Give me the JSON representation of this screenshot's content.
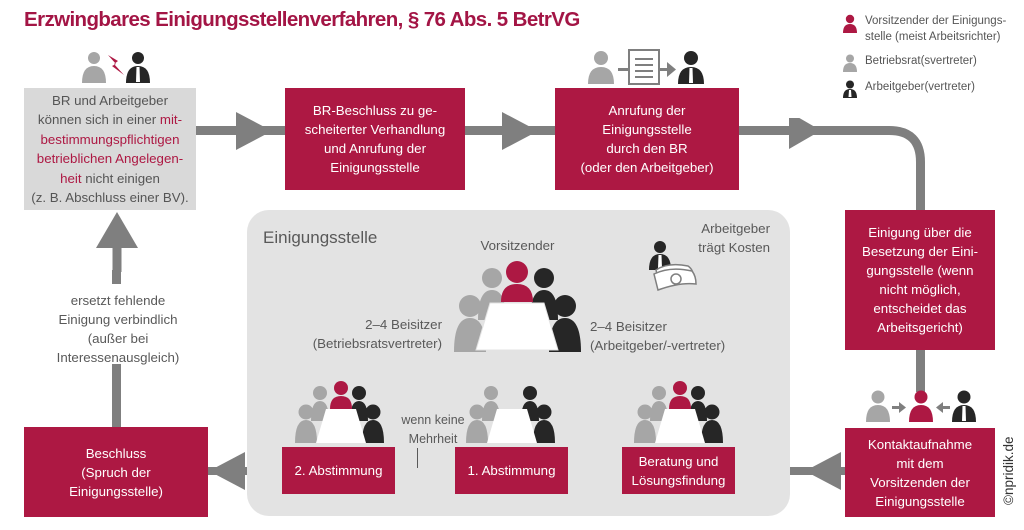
{
  "title": "Erzwingbares Einigungsstellenverfahren, § 76 Abs. 5 BetrVG",
  "colors": {
    "accent": "#ad1843",
    "title": "#a31545",
    "works_council": "#a6a6a6",
    "employer": "#262626",
    "connector": "#7f7f7f",
    "panel": "#e3e3e3",
    "start_box": "#d9d9d9"
  },
  "legend": [
    {
      "icon": "person-chair-icon",
      "color": "#ad1843",
      "label": "Vorsitzender der Einigungs-\nstelle (meist Arbeitsrichter)"
    },
    {
      "icon": "person-works-council-icon",
      "color": "#a6a6a6",
      "label": "Betriebsrat(svertreter)"
    },
    {
      "icon": "person-employer-icon",
      "color": "#262626",
      "label": "Arbeitgeber(vertreter)"
    }
  ],
  "steps": {
    "start": {
      "line1": "BR und Arbeitgeber",
      "line2a": "können  sich in einer ",
      "line2b": "mit-",
      "line3": "bestimmungspflichtigen",
      "line4": "betrieblichen Angelegen-",
      "line5a": "heit",
      "line5b": " nicht einigen",
      "line6": "(z. B. Abschluss einer BV)."
    },
    "br_beschluss": "BR-Beschluss zu ge-\nscheiterter Verhandlung\nund Anrufung der\nEinigungsstelle",
    "anrufung": "Anrufung der\nEinigungsstelle\ndurch den BR\n(oder den Arbeitgeber)",
    "besetzung": "Einigung über die\nBesetzung der Eini-\ngungsstelle (wenn\nnicht möglich,\nentscheidet das\nArbeitsgericht)",
    "kontakt": "Kontaktaufnahme\nmit dem\nVorsitzenden der\nEinigungsstelle",
    "beratung": "Beratung und\nLösungsfindung",
    "abstimmung1": "1. Abstimmung",
    "abstimmung2": "2. Abstimmung",
    "beschluss": "Beschluss\n(Spruch der\nEinigungsstelle)"
  },
  "panel": {
    "title": "Einigungsstelle",
    "chair_label": "Vorsitzender",
    "left_assessors": "2–4 Beisitzer\n(Betriebsratsvertreter)",
    "right_assessors": "2–4 Beisitzer\n(Arbeitgeber/-vertreter)",
    "costs": "Arbeitgeber\nträgt Kosten",
    "no_majority": "wenn keine\nMehrheit"
  },
  "side_note": "ersetzt fehlende\nEinigung verbindlich\n(außer bei\nInteressenausgleich)",
  "copyright": "©npridik.de"
}
